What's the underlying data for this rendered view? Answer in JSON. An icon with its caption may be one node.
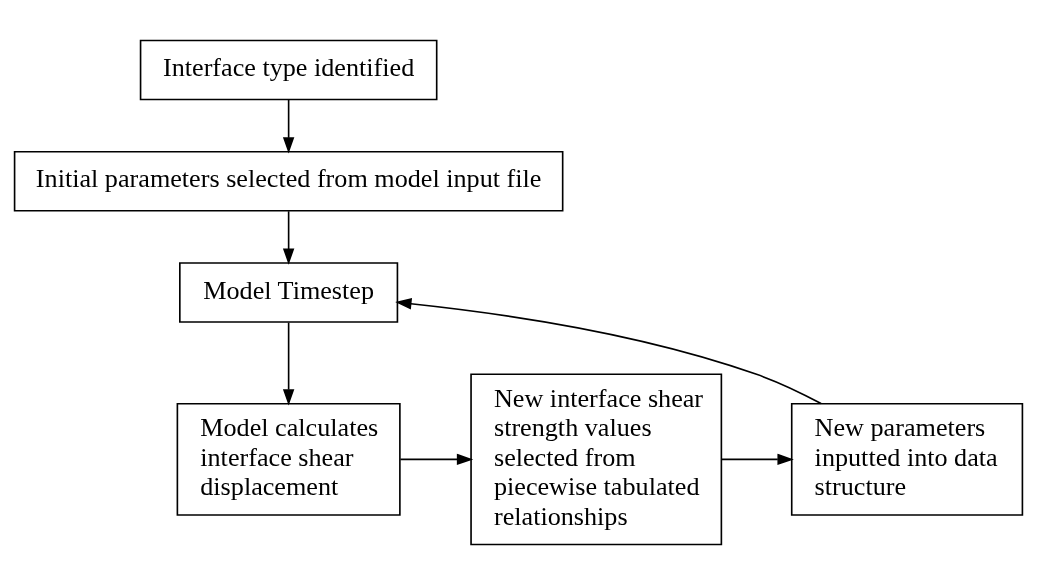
{
  "diagram": {
    "nodes": [
      {
        "text": [
          "Interface type identified"
        ]
      },
      {
        "text": [
          "Initial parameters selected from model input file"
        ]
      },
      {
        "text": [
          "Model Timestep"
        ]
      },
      {
        "text": [
          "Model calculates interface shear displacement"
        ]
      },
      {
        "text": [
          "New interface shear strength values selected from piecewise tabulated relationships"
        ]
      },
      {
        "text": [
          "New parameters inputted into data structure"
        ]
      }
    ],
    "edges": [
      {
        "from": 0,
        "to": 1,
        "arrow": "to"
      },
      {
        "from": 1,
        "to": 2,
        "arrow": "to"
      },
      {
        "from": 2,
        "to": 3,
        "arrow": "to"
      },
      {
        "from": 3,
        "to": 4,
        "arrow": "to"
      },
      {
        "from": 4,
        "to": 5,
        "arrow": "to"
      },
      {
        "from": 5,
        "to": 2,
        "arrow": "to"
      }
    ]
  }
}
